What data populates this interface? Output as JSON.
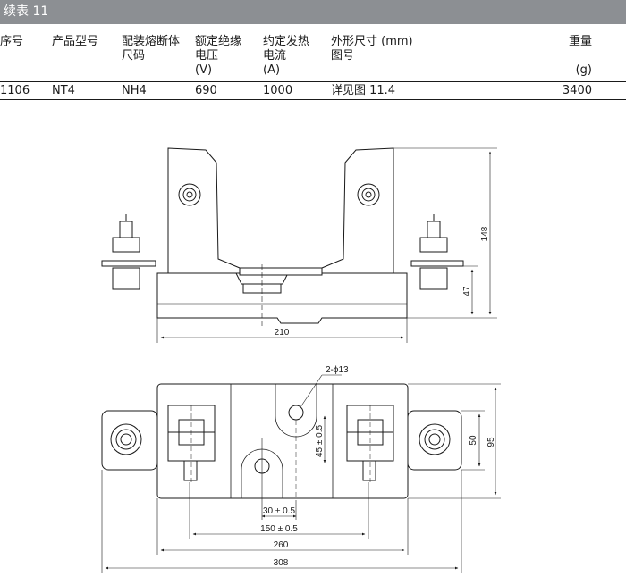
{
  "caption": "续表 11",
  "table": {
    "headers": [
      {
        "line1": "序号",
        "line2": "",
        "line3": ""
      },
      {
        "line1": "产品型号",
        "line2": "",
        "line3": ""
      },
      {
        "line1": "配装熔断体",
        "line2": "尺码",
        "line3": ""
      },
      {
        "line1": "额定绝缘",
        "line2": "电压",
        "line3": "(V)"
      },
      {
        "line1": "约定发热",
        "line2": "电流",
        "line3": "(A)"
      },
      {
        "line1": "外形尺寸 (mm)",
        "line2": "图号",
        "line3": ""
      },
      {
        "line1": "重量",
        "line2": "",
        "line3": "(g)"
      }
    ],
    "rows": [
      [
        "1106",
        "NT4",
        "NH4",
        "690",
        "1000",
        "详见图 11.4",
        "3400"
      ]
    ]
  },
  "drawing": {
    "dimensions": {
      "height_total": "148",
      "height_base": "47",
      "width_base": "210",
      "hole_spec": "2-ϕ13",
      "hole_center": "45 ± 0.5",
      "inner_height": "50",
      "outer_height": "95",
      "hole_offset": "30 ± 0.5",
      "mount_spacing": "150 ± 0.5",
      "width_body": "260",
      "width_overall": "308"
    }
  }
}
